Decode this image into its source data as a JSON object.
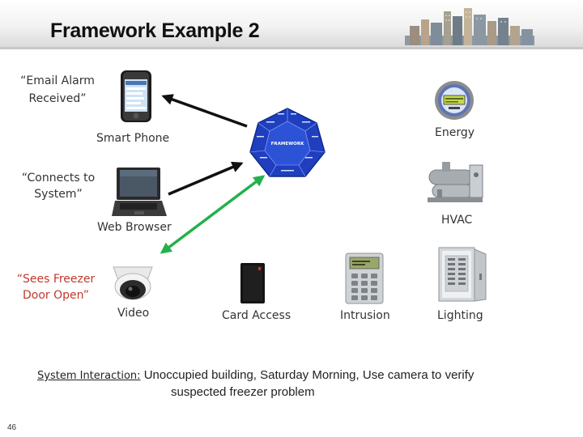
{
  "slide": {
    "title": "Framework Example 2",
    "page_number": "46"
  },
  "quotes": {
    "email_alarm": [
      "“Email Alarm",
      "Received”"
    ],
    "connects": [
      "“Connects to",
      "System”"
    ],
    "sees_freezer": [
      "“Sees Freezer",
      "Door Open”"
    ]
  },
  "devices": {
    "smart_phone": "Smart Phone",
    "web_browser": "Web Browser",
    "energy": "Energy",
    "hvac": "HVAC",
    "video": "Video",
    "card_access": "Card Access",
    "intrusion": "Intrusion",
    "lighting": "Lighting"
  },
  "framework_hub": {
    "center_text": "FRAMEWORK"
  },
  "arrow_colors": {
    "black": "#111111",
    "green": "#22b14c"
  },
  "interaction": {
    "label": "System Interaction:",
    "line1": "Unoccupied building, Saturday Morning, Use camera to verify",
    "line2": "suspected freezer problem"
  }
}
